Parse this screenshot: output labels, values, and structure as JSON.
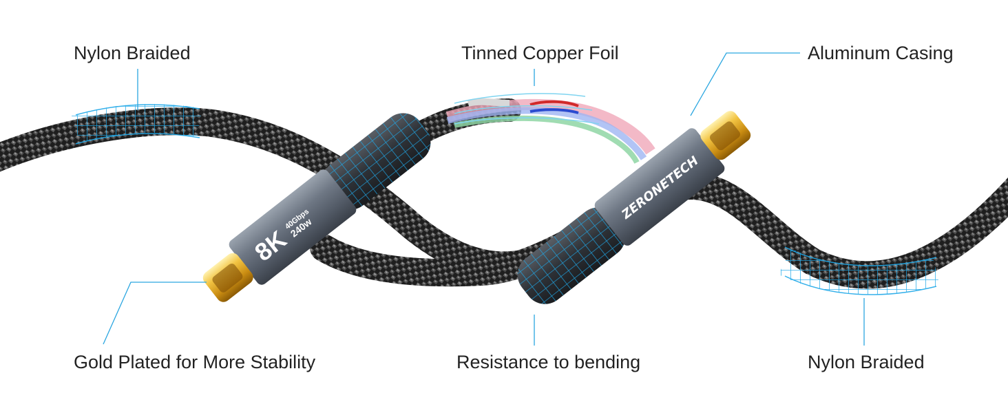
{
  "labels": {
    "nylon_braided_top": "Nylon Braided",
    "tinned_copper_foil": "Tinned Copper Foil",
    "aluminum_casing": "Aluminum Casing",
    "gold_plated": "Gold Plated for More Stability",
    "resistance_bending": "Resistance to bending",
    "nylon_braided_bottom": "Nylon Braided"
  },
  "connector_left": {
    "big_text": "8K",
    "speed_text": "40Gbps",
    "power_text": "240w"
  },
  "connector_right": {
    "brand_text": "ZERONETECH"
  },
  "colors": {
    "callout_line": "#2aa6e0",
    "mesh_overlay": "#1fa8e8",
    "braid_dark": "#1c1c1c",
    "casing": "#6a7280",
    "gold": "#e5ae28"
  }
}
